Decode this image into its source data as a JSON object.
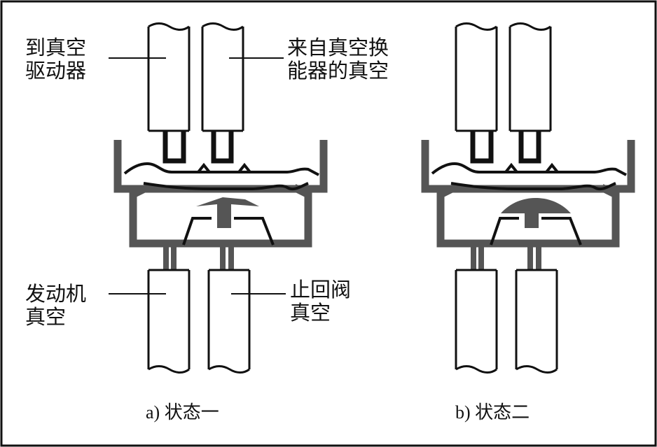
{
  "labels": {
    "to_vacuum_driver": [
      "到真空",
      "驱动器"
    ],
    "from_vacuum_converter": [
      "来自真空换",
      "能器的真空"
    ],
    "engine_vacuum": [
      "发动机",
      "真空"
    ],
    "check_valve_vacuum": [
      "止回阀",
      "真空"
    ]
  },
  "captions": {
    "state_one": "a)  状态一",
    "state_two": "b)  状态二"
  },
  "colors": {
    "line": "#111111",
    "fill": "#ffffff",
    "dark_part": "#555555"
  }
}
